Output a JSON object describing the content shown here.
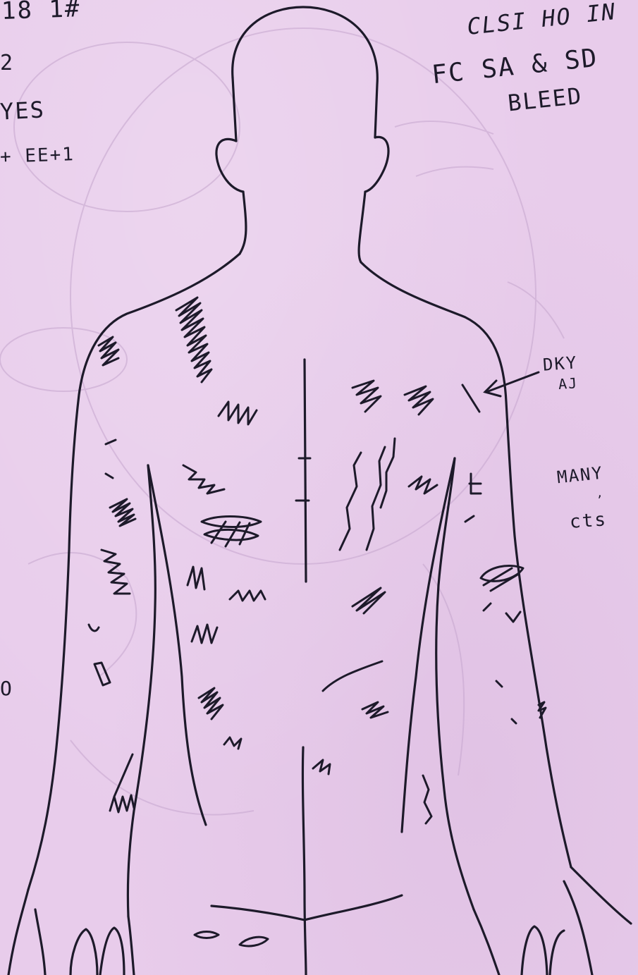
{
  "notes": {
    "top_left_line1": "18 1#",
    "top_left_line2": "2",
    "top_left_line3": "YES",
    "top_left_line4": "+ EE+1",
    "left_mark": "O",
    "top_right_line1": "CLSI HO IN",
    "top_right_line2": "FC SA & SD",
    "top_right_line3": "BLEED",
    "annotation_1_line1": "DKY",
    "annotation_1_line2": "AJ",
    "annotation_2_line1": "MANY",
    "annotation_2_line2": ",",
    "annotation_2_line3": "cts"
  },
  "colors": {
    "paper": "#e8cceb",
    "ink": "#1d1a2a",
    "faint_ghost": "#c8a9d0"
  }
}
